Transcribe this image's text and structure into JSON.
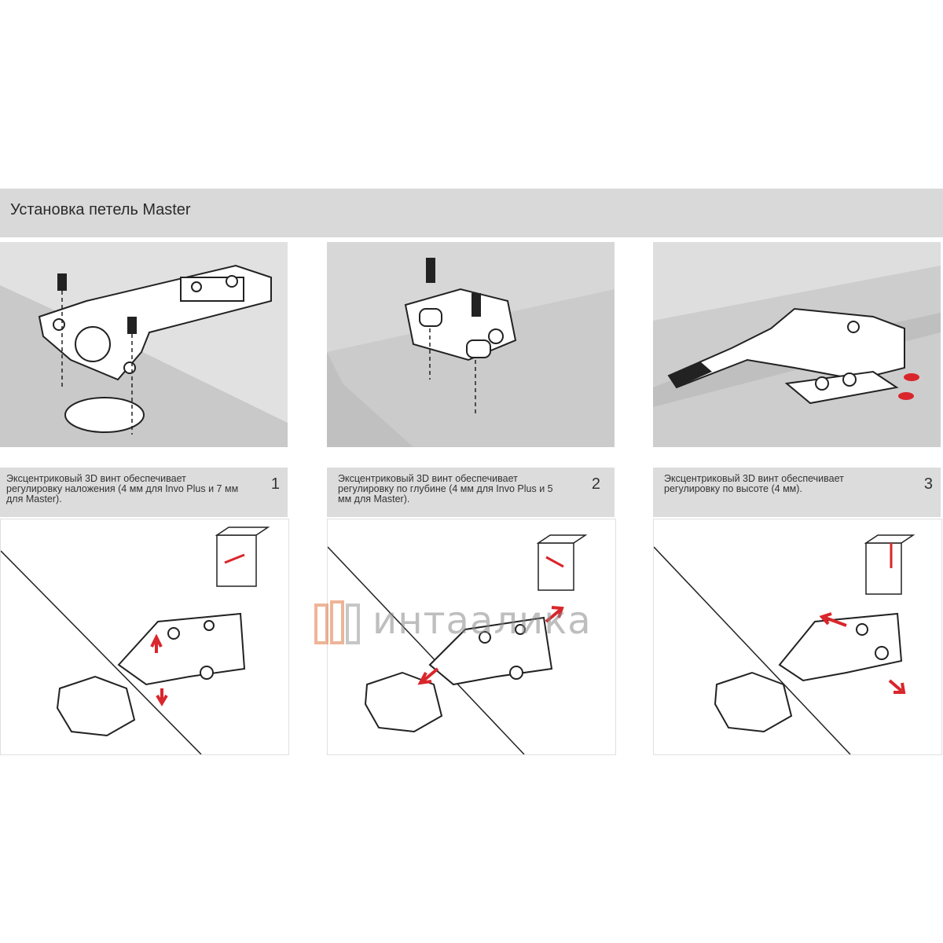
{
  "header": {
    "title": "Установка петель Master"
  },
  "steps": [
    {
      "number": "1",
      "caption": "Эксцентриковый 3D винт обеспечивает регулировку наложения (4 мм для Invo Plus и 7 мм для Master)."
    },
    {
      "number": "2",
      "caption": "Эксцентриковый 3D винт обеспечивает регулировку по глубине (4 мм для Invo Plus и 5 мм для Master)."
    },
    {
      "number": "3",
      "caption": "Эксцентриковый 3D винт обеспечивает регулировку по высоте (4 мм)."
    }
  ],
  "watermark": {
    "text": "интаалика"
  },
  "colors": {
    "panel_bg": "#d7d7d7",
    "accent_red": "#d9262c",
    "header_bg": "#d9d9d9"
  }
}
